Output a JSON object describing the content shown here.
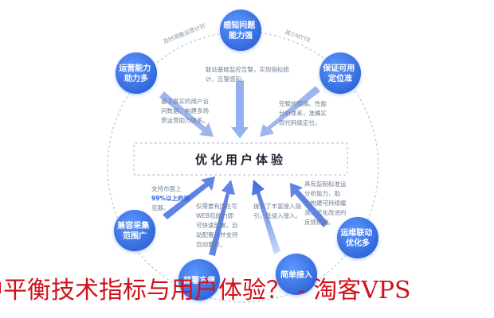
{
  "center": {
    "label": "优化用户体验"
  },
  "nodes": [
    {
      "id": "perception",
      "lines": [
        "感知问题",
        "能力强"
      ]
    },
    {
      "id": "locate",
      "lines": [
        "保证可用",
        "定位准"
      ]
    },
    {
      "id": "operations",
      "lines": [
        "运营能力",
        "助力多"
      ]
    },
    {
      "id": "collection",
      "lines": [
        "兼容采集",
        "范围广"
      ]
    },
    {
      "id": "deploy",
      "lines": [
        "部署方便"
      ]
    },
    {
      "id": "access",
      "lines": [
        "简单接入"
      ]
    },
    {
      "id": "ops-linkage",
      "lines": [
        "运维联动",
        "优化多"
      ]
    }
  ],
  "descriptions": [
    {
      "id": "desc-top",
      "lines": [
        "联动基础监控告警，实现指标统",
        "计、告警感知。"
      ]
    },
    {
      "id": "desc-right-top",
      "lines": [
        "完整的链路、性能",
        "分析体系，准确实",
        "现代码级定位。"
      ]
    },
    {
      "id": "desc-left-top",
      "lines": [
        "基于真实的用户访",
        "问数据，构建多场",
        "景运营助力体系。"
      ]
    },
    {
      "id": "desc-left-bottom",
      "lines": [
        "支持市面上",
        "99%以上的浏",
        "览器。"
      ]
    },
    {
      "id": "desc-mid-left",
      "lines": [
        "仅需要有JS在写",
        "WEB包能力即",
        "可快速部署，自",
        "动配置，并支持",
        "自动更新。"
      ]
    },
    {
      "id": "desc-mid-right",
      "lines": [
        "提供了丰富接入指",
        "引，低侵入接入。"
      ]
    },
    {
      "id": "desc-right-bottom",
      "lines": [
        "具有监制标准运",
        "分析能力，助",
        "力构建可持续缓",
        "测、优化改进的",
        "反馈机制。"
      ]
    }
  ],
  "arc_labels": {
    "left": "及时调整运营计划",
    "right": "减少MTTR"
  },
  "colors": {
    "node_fill": "#3d7ff0",
    "node_fill_dark": "#2d63d6",
    "arrow": "#5b83e6",
    "dashed": "#b9c6d9",
    "caption": "#d0101a"
  },
  "caption": "中平衡技术指标与用户体验？ - 淘客VPS"
}
